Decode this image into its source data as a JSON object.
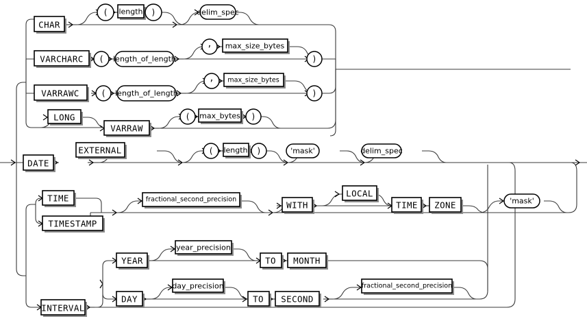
{
  "diagram": {
    "name": "oracle-sqlloader-datatype-syntax",
    "type": "railroad-syntax-diagram",
    "entry_arrow": "→",
    "exit_arrow": "→",
    "colors": {
      "line": "#3a3a3a",
      "line_dark": "#000000",
      "box_fill": "#ffffff",
      "box_stroke": "#000000",
      "shadow": "#8d8d8d",
      "background": "#ffffff"
    }
  },
  "nodes": {
    "char": "CHAR",
    "varcharc": "VARCHARC",
    "varrawc": "VARRAWC",
    "long": "LONG",
    "varraw": "VARRAW",
    "date": "DATE",
    "external": "EXTERNAL",
    "time": "TIME",
    "timestamp": "TIMESTAMP",
    "with": "WITH",
    "local": "LOCAL",
    "time2": "TIME",
    "zone": "ZONE",
    "interval": "INTERVAL",
    "year": "YEAR",
    "to1": "TO",
    "month": "MONTH",
    "day": "DAY",
    "to2": "TO",
    "second": "SECOND",
    "length1": "length",
    "length2": "length",
    "delim_spec1": "delim_spec",
    "delim_spec2": "delim_spec",
    "length_of_length1": "length_of_length",
    "length_of_length2": "length_of_length",
    "max_size_bytes1": "max_size_bytes",
    "max_size_bytes2": "max_size_bytes",
    "max_bytes": "max_bytes",
    "mask1": "'mask'",
    "mask2": "'mask'",
    "fractional_second_precision1": "fractional_second_precision",
    "fractional_second_precision2": "fractional_second_precision",
    "year_precision": "year_precision",
    "day_precision": "day_precision",
    "lparen1": "(",
    "rparen1": ")",
    "lparen2": "(",
    "rparen2": ")",
    "lparen3": "(",
    "rparen3": ")",
    "lparen4": "(",
    "rparen4": ")",
    "lparen5": "(",
    "rparen5": ")",
    "comma1": ",",
    "comma2": ","
  }
}
